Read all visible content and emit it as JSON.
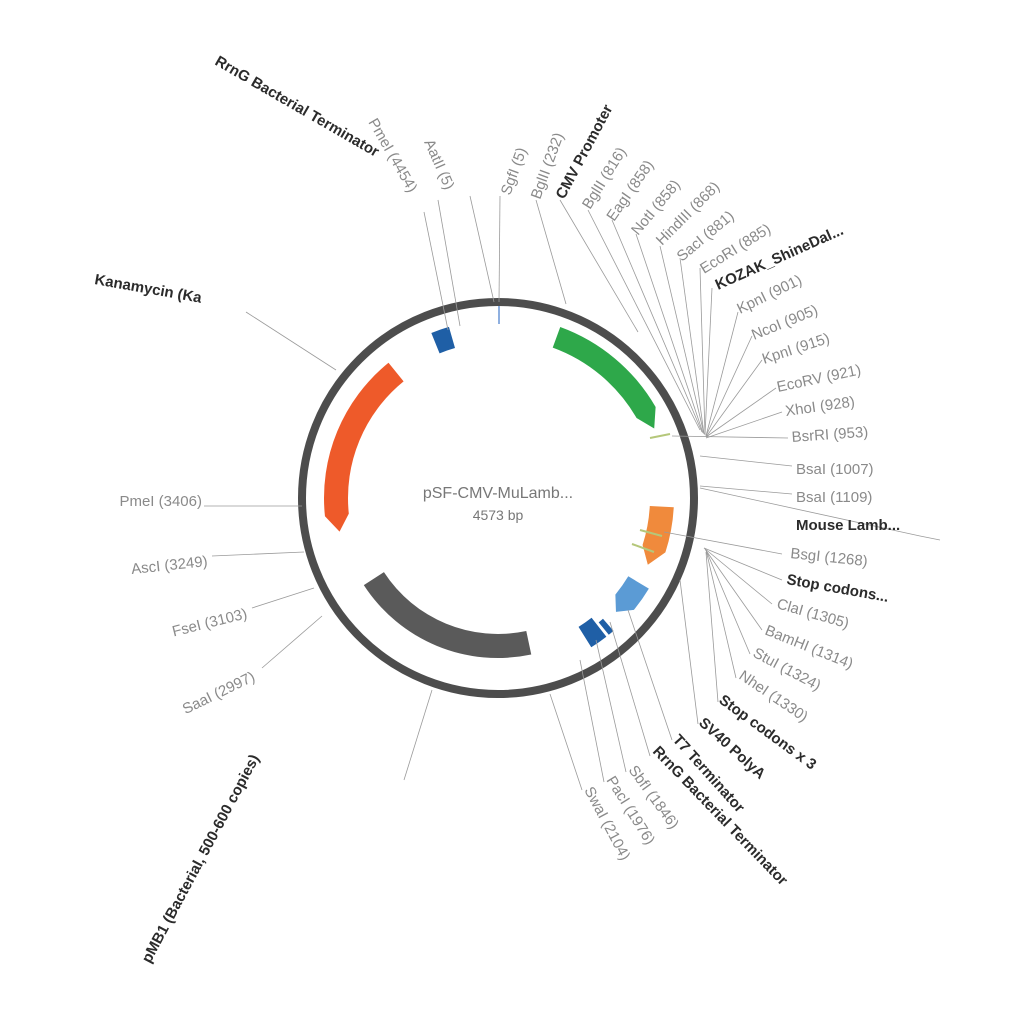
{
  "plasmid": {
    "name": "pSF-CMV-MuLamb...",
    "size": "4573 bp",
    "backbone_color": "#4d4d4d"
  },
  "features": [
    {
      "id": "cmv",
      "color": "#2ea84a",
      "arrow": "cw"
    },
    {
      "id": "mouse-lamb",
      "color": "#f08a3c",
      "arrow": "cw"
    },
    {
      "id": "sv40",
      "color": "#5b9bd5",
      "arrow": "cw"
    },
    {
      "id": "t7-term",
      "color": "#1f5fa6",
      "arrow": "none"
    },
    {
      "id": "rrng-term-1",
      "color": "#1f5fa6",
      "arrow": "none"
    },
    {
      "id": "pmb1",
      "color": "#5a5a5a",
      "arrow": "none"
    },
    {
      "id": "kanamycin",
      "color": "#ee5a2a",
      "arrow": "ccw"
    },
    {
      "id": "rrng-term-2",
      "color": "#1f5fa6",
      "arrow": "none"
    }
  ],
  "labels": [
    {
      "id": "rrng-term-top",
      "text": "RrnG Bacterial Terminator",
      "kind": "feature"
    },
    {
      "id": "pmei-4454",
      "text": "PmeI (4454)",
      "kind": "site"
    },
    {
      "id": "aatii-5",
      "text": "AatII (5)",
      "kind": "site"
    },
    {
      "id": "sgfi-5",
      "text": "SgfI (5)",
      "kind": "site"
    },
    {
      "id": "bglii-232",
      "text": "BglII (232)",
      "kind": "site"
    },
    {
      "id": "cmv-promoter",
      "text": "CMV Promoter",
      "kind": "feature"
    },
    {
      "id": "bgiii-816",
      "text": "BglII (816)",
      "kind": "site"
    },
    {
      "id": "eagi-858",
      "text": "EagI (858)",
      "kind": "site"
    },
    {
      "id": "noti-858",
      "text": "NotI (858)",
      "kind": "site"
    },
    {
      "id": "hindiii-868",
      "text": "HindIII (868)",
      "kind": "site"
    },
    {
      "id": "saci-881",
      "text": "SacI (881)",
      "kind": "site"
    },
    {
      "id": "ecori-885",
      "text": "EcoRI (885)",
      "kind": "site"
    },
    {
      "id": "kozak",
      "text": "KOZAK_ShineDal...",
      "kind": "feature"
    },
    {
      "id": "kpni-901",
      "text": "KpnI (901)",
      "kind": "site"
    },
    {
      "id": "ncoi-905",
      "text": "NcoI (905)",
      "kind": "site"
    },
    {
      "id": "kpni-915",
      "text": "KpnI (915)",
      "kind": "site"
    },
    {
      "id": "ecorv-921",
      "text": "EcoRV (921)",
      "kind": "site"
    },
    {
      "id": "xhoi-928",
      "text": "XhoI (928)",
      "kind": "site"
    },
    {
      "id": "bsrri-953",
      "text": "BsrRI (953)",
      "kind": "site"
    },
    {
      "id": "bsai-1007",
      "text": "BsaI (1007)",
      "kind": "site"
    },
    {
      "id": "bsai-1109",
      "text": "BsaI (1109)",
      "kind": "site"
    },
    {
      "id": "mouse-lamb",
      "text": "Mouse Lamb...",
      "kind": "feature"
    },
    {
      "id": "bsgi-1268",
      "text": "BsgI (1268)",
      "kind": "site"
    },
    {
      "id": "stop-codons-1",
      "text": "Stop codons...",
      "kind": "feature"
    },
    {
      "id": "clai-1305",
      "text": "ClaI (1305)",
      "kind": "site"
    },
    {
      "id": "bamhi-1314",
      "text": "BamHI (1314)",
      "kind": "site"
    },
    {
      "id": "stui-1324",
      "text": "StuI (1324)",
      "kind": "site"
    },
    {
      "id": "nhei-1330",
      "text": "NheI (1330)",
      "kind": "site"
    },
    {
      "id": "stop-codons-3",
      "text": "Stop codons x 3",
      "kind": "feature"
    },
    {
      "id": "sv40-polya",
      "text": "SV40 PolyA",
      "kind": "feature"
    },
    {
      "id": "t7-terminator",
      "text": "T7 Terminator",
      "kind": "feature"
    },
    {
      "id": "rrng-term-bottom",
      "text": "RrnG Bacterial Terminator",
      "kind": "feature"
    },
    {
      "id": "sbfi-1846",
      "text": "SbfI (1846)",
      "kind": "site"
    },
    {
      "id": "paci-1976",
      "text": "PacI (1976)",
      "kind": "site"
    },
    {
      "id": "swai-2104",
      "text": "SwaI (2104)",
      "kind": "site"
    },
    {
      "id": "pmb1-label",
      "text": "pMB1 (Bacterial, 500-600 copies)",
      "kind": "feature"
    },
    {
      "id": "saai-2997",
      "text": "SaaI (2997)",
      "kind": "site"
    },
    {
      "id": "fsei-3103",
      "text": "FseI (3103)",
      "kind": "site"
    },
    {
      "id": "asci-3249",
      "text": "AscI (3249)",
      "kind": "site"
    },
    {
      "id": "pmei-3406",
      "text": "PmeI (3406)",
      "kind": "site"
    },
    {
      "id": "kanamycin-label",
      "text": "Kanamycin (Ka",
      "kind": "feature"
    }
  ]
}
